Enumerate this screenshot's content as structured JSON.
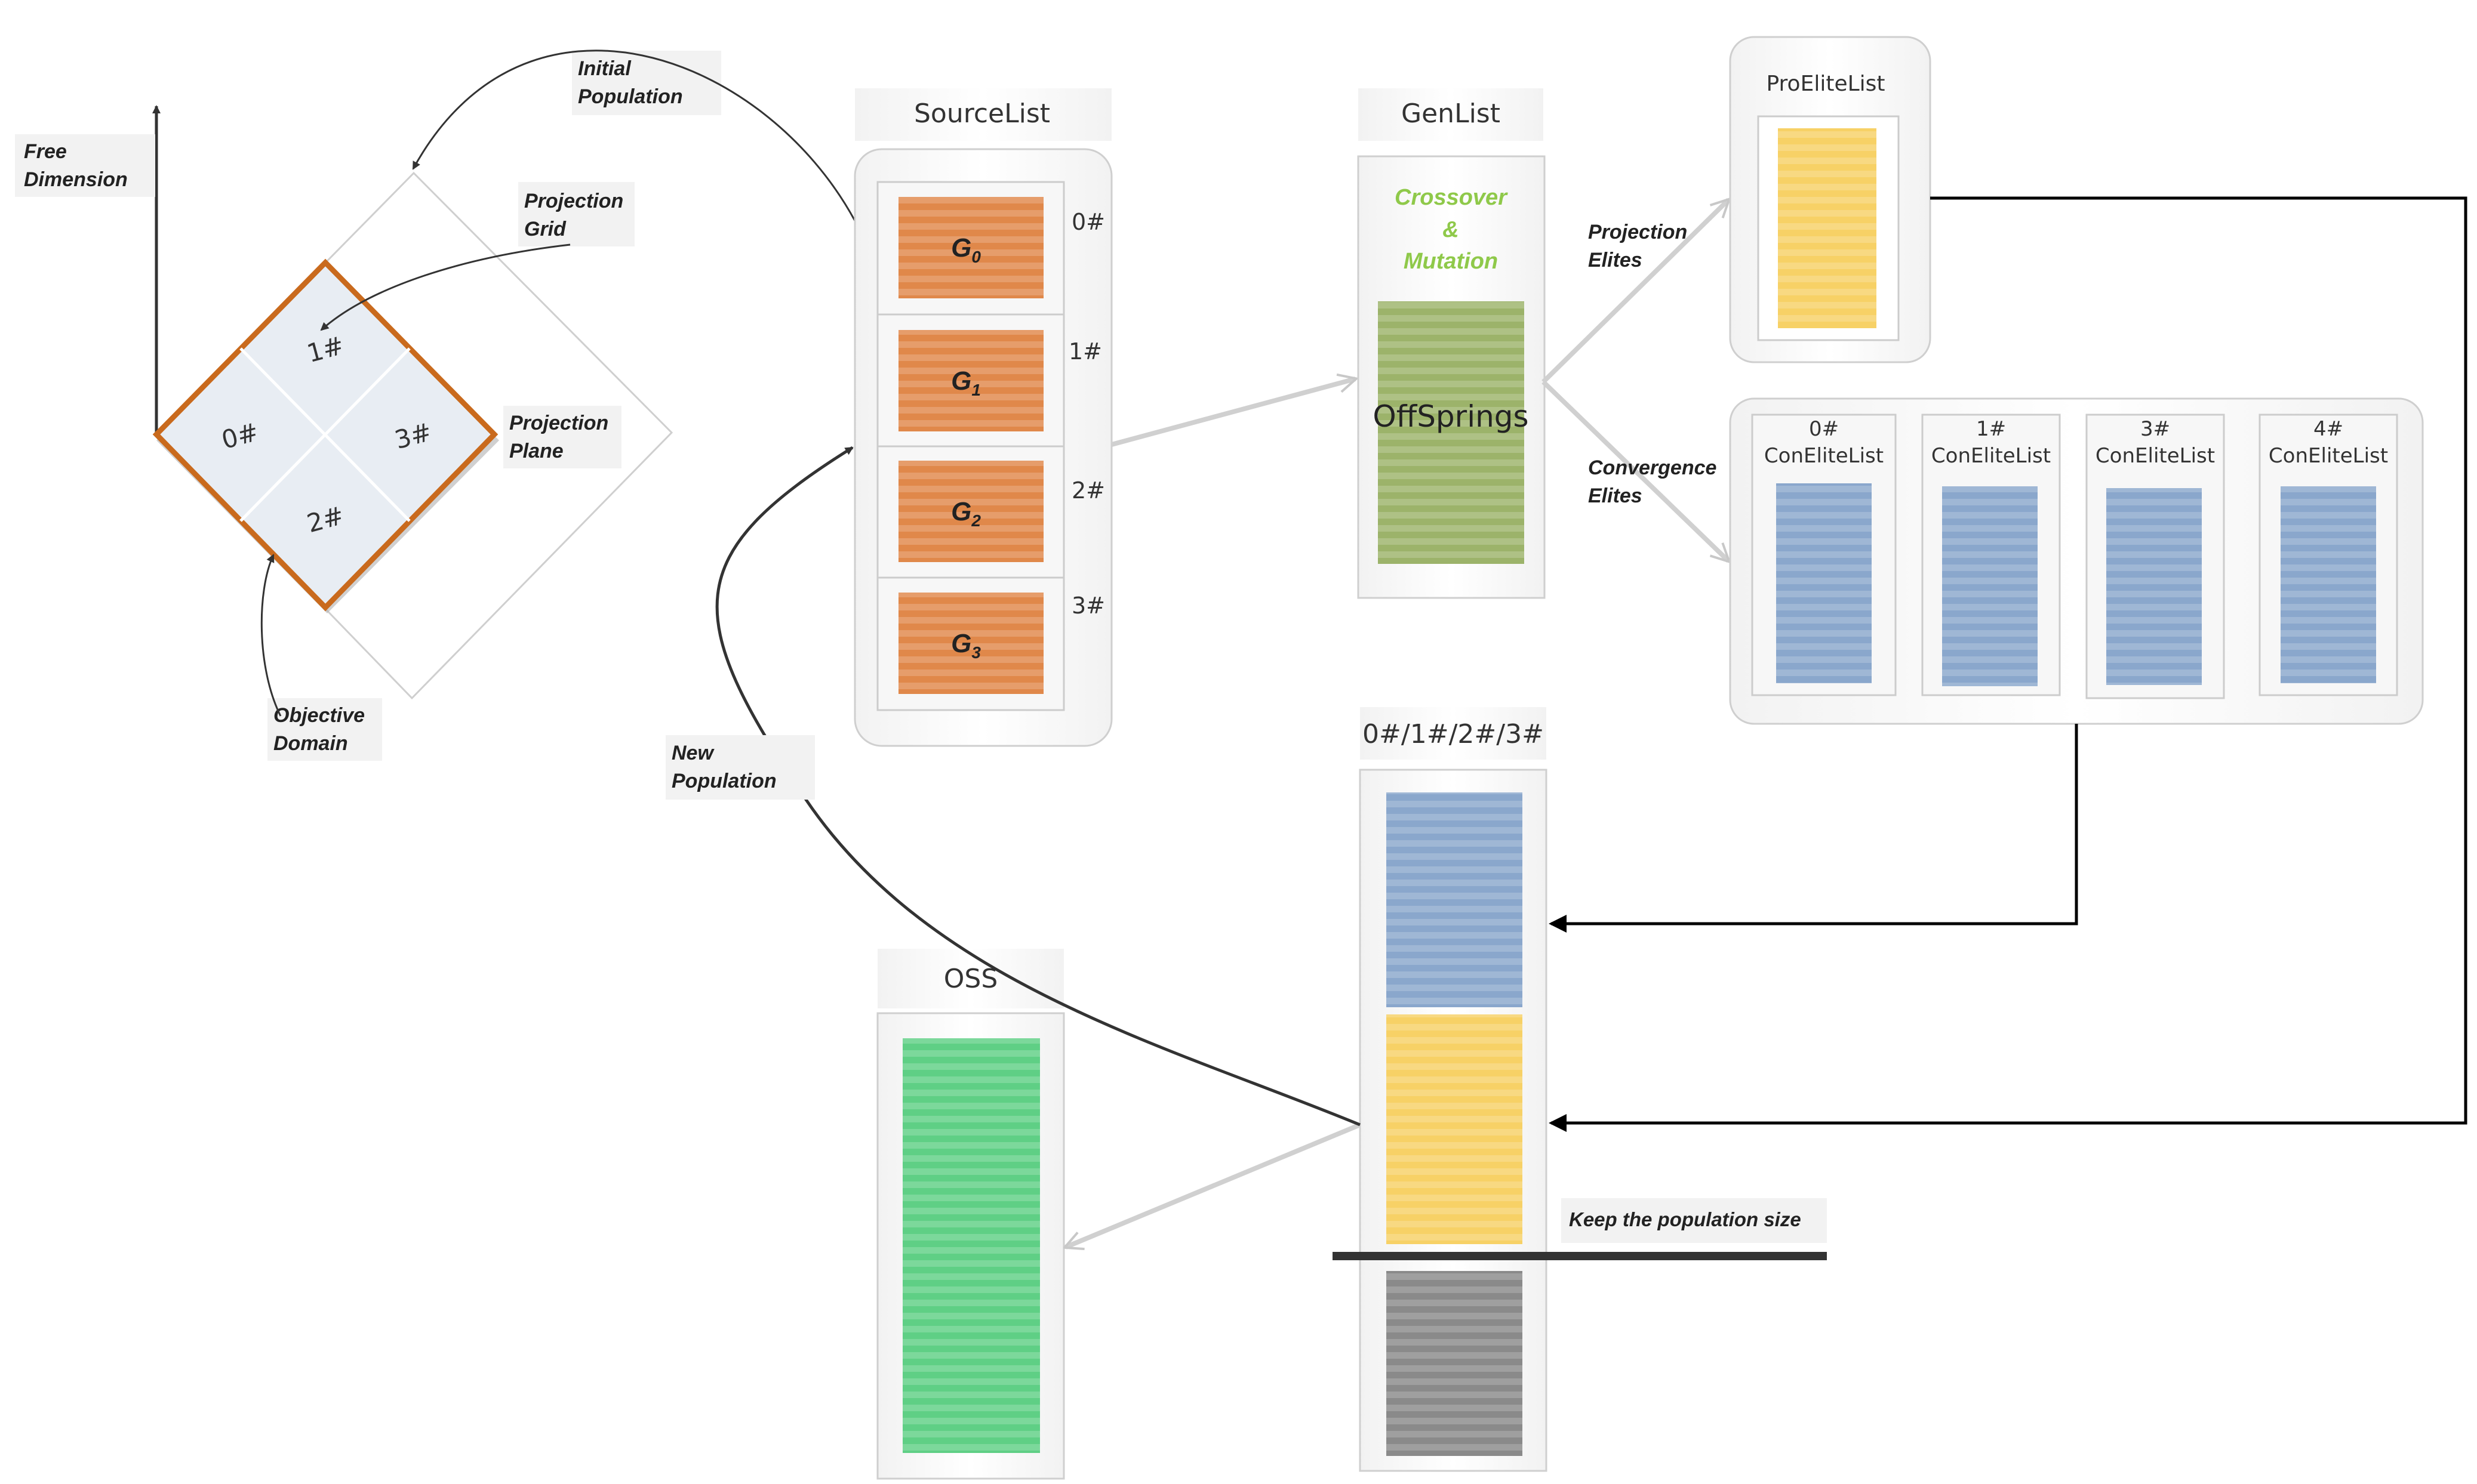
{
  "axis": {
    "free_dimension_line1": "Free",
    "free_dimension_line2": "Dimension"
  },
  "grid": {
    "labels": [
      "0#",
      "1#",
      "2#",
      "3#"
    ],
    "projection_grid_line1": "Projection",
    "projection_grid_line2": "Grid",
    "projection_plane_line1": "Projection",
    "projection_plane_line2": "Plane",
    "objective_domain_line1": "Objective",
    "objective_domain_line2": "Domain"
  },
  "flow": {
    "initial_population_line1": "Initial",
    "initial_population_line2": "Population",
    "new_population_line1": "New",
    "new_population_line2": "Population",
    "projection_elites_line1": "Projection",
    "projection_elites_line2": "Elites",
    "convergence_elites_line1": "Convergence",
    "convergence_elites_line2": "Elites",
    "keep_population_size": "Keep the population size"
  },
  "source_list": {
    "title": "SourceList",
    "items": [
      {
        "label": "G",
        "sub": "0",
        "index": "0#"
      },
      {
        "label": "G",
        "sub": "1",
        "index": "1#"
      },
      {
        "label": "G",
        "sub": "2",
        "index": "2#"
      },
      {
        "label": "G",
        "sub": "3",
        "index": "3#"
      }
    ]
  },
  "gen_list": {
    "title": "GenList",
    "op_line1": "Crossover",
    "op_line2": "&",
    "op_line3": "Mutation",
    "offsprings": "OffSprings"
  },
  "pro_elite_list": {
    "title": "ProEliteList"
  },
  "con_elite_lists": [
    {
      "index": "0#",
      "title": "ConEliteList"
    },
    {
      "index": "1#",
      "title": "ConEliteList"
    },
    {
      "index": "3#",
      "title": "ConEliteList"
    },
    {
      "index": "4#",
      "title": "ConEliteList"
    }
  ],
  "merged_list": {
    "title": "0#/1#/2#/3#"
  },
  "oss": {
    "title": "OSS"
  },
  "colors": {
    "orange": "#e0884a",
    "blue": "#8aa7cc",
    "yellow": "#f7d166",
    "green": "#5fcf85",
    "olive": "#9cb36a",
    "gray": "#8a8a8a",
    "grid_border": "#c96a1d",
    "grid_fill": "#e8edf3",
    "crossover_text": "#8fc94a"
  }
}
